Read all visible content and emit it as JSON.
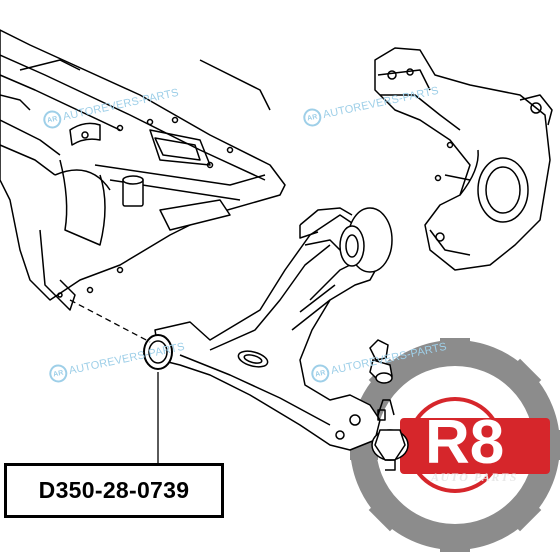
{
  "part_number": "D350-28-0739",
  "watermark": {
    "text": "AUTOREVERS-PARTS",
    "logo_mark": "AR",
    "color": "#9ecfe8"
  },
  "brand_logo": {
    "text": "R8",
    "subtitle": "AUTO PARTS",
    "gear_color": "#8c8c8c",
    "accent_color": "#d6262b",
    "icon": "gear-icon"
  },
  "colors": {
    "line": "#000000",
    "background": "#ffffff"
  }
}
